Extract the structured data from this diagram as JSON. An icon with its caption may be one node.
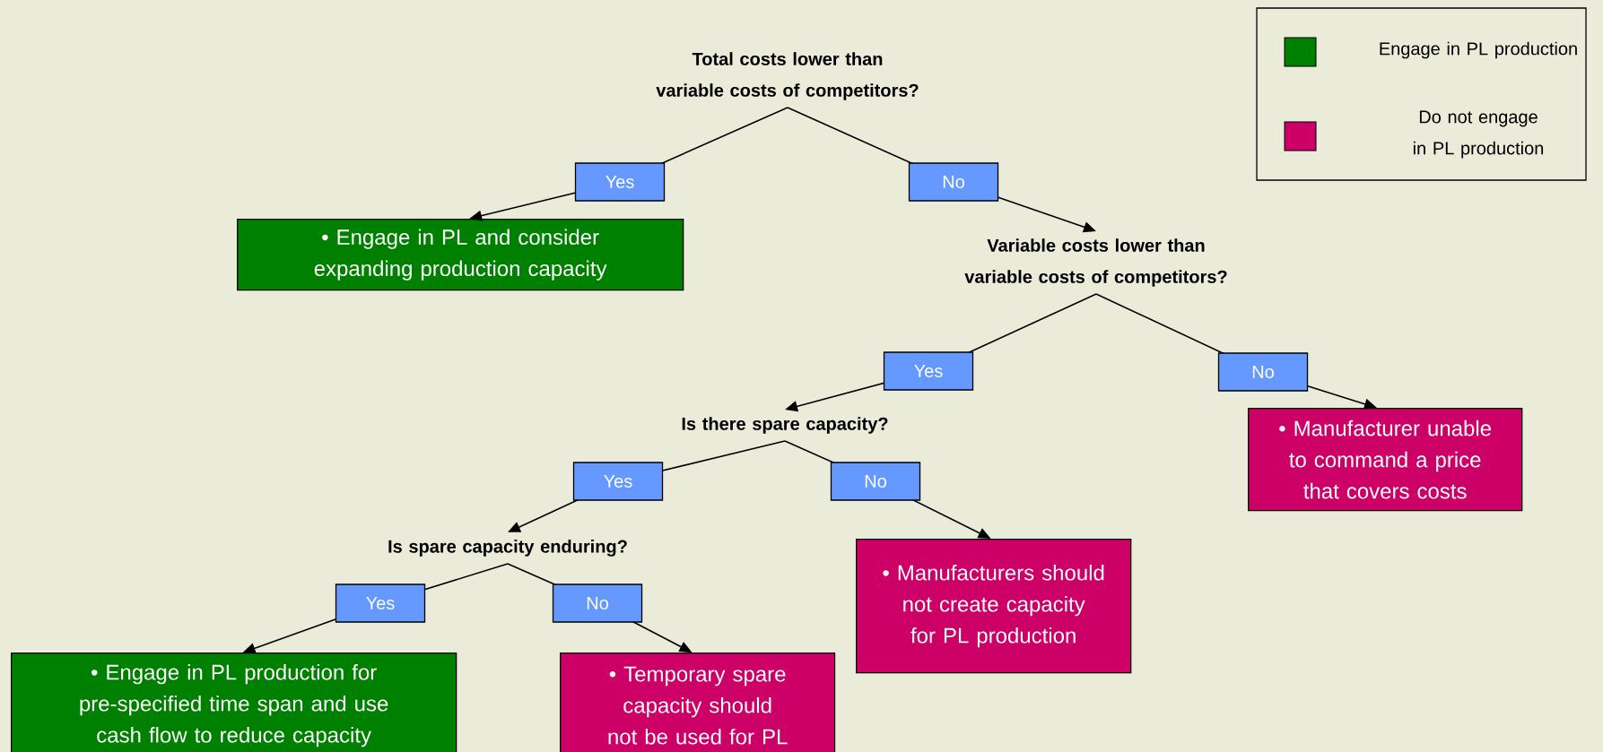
{
  "diagram": {
    "nodes": [
      {
        "text": [
          "Total costs lower than variable costs of competitors?"
        ]
      },
      {
        "text": [
          "• Engage in PL and consider expanding production capacity"
        ]
      },
      {
        "text": [
          "Variable costs lower than variable costs of competitors?"
        ]
      },
      {
        "text": [
          "• Manufacturer unable to command a price that covers costs"
        ]
      },
      {
        "text": [
          "Is there spare capacity?"
        ]
      },
      {
        "text": [
          "• Manufacturers should not create capacity for PL production"
        ]
      },
      {
        "text": [
          "Is spare capacity enduring?"
        ]
      },
      {
        "text": [
          "• Engage in PL production for pre-specified time span and use cash flow to reduce capacity"
        ]
      },
      {
        "text": [
          "• Temporary spare capacity should not be used for PL"
        ]
      }
    ],
    "edges": [
      {
        "from": 0,
        "to": 1,
        "arrow": "to",
        "label": "Yes"
      },
      {
        "from": 0,
        "to": 2,
        "arrow": "to",
        "label": "No"
      },
      {
        "from": 2,
        "to": 4,
        "arrow": "to",
        "label": "Yes"
      },
      {
        "from": 2,
        "to": 3,
        "arrow": "to",
        "label": "No"
      },
      {
        "from": 4,
        "to": 6,
        "arrow": "to",
        "label": "Yes"
      },
      {
        "from": 4,
        "to": 5,
        "arrow": "to",
        "label": "No"
      },
      {
        "from": 6,
        "to": 7,
        "arrow": "to",
        "label": "Yes"
      },
      {
        "from": 6,
        "to": 8,
        "arrow": "to",
        "label": "No"
      }
    ],
    "legend": [
      {
        "text": "Engage in PL production",
        "color": "#008000"
      },
      {
        "text": "Do not engage in PL production",
        "color": "#cc0066"
      }
    ]
  }
}
